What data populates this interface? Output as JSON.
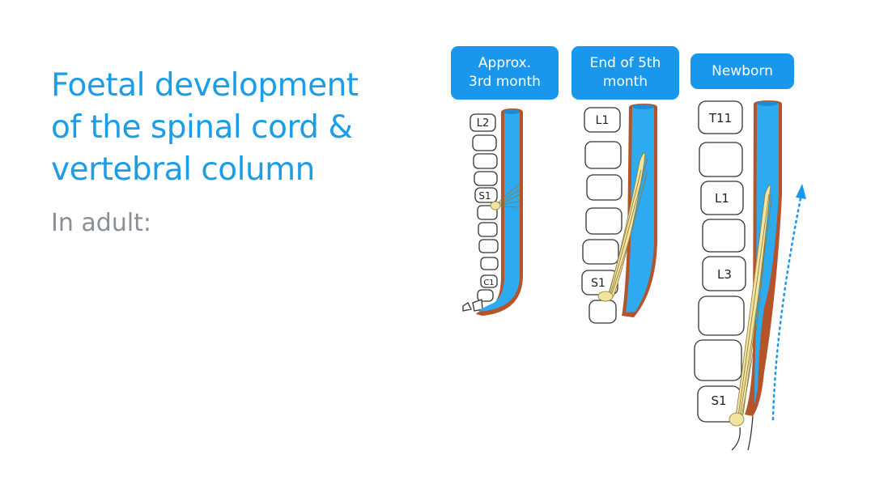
{
  "title": {
    "lines": [
      "Foetal development",
      "of the spinal cord &",
      "vertebral column"
    ],
    "color": "#1c9ee6"
  },
  "subtitle": {
    "text": "In adult:",
    "color": "#8a8f95"
  },
  "stages": [
    {
      "label_lines": [
        "Approx.",
        "3rd month"
      ],
      "vertebra_labels": [
        "L2",
        "S1",
        "C1"
      ]
    },
    {
      "label_lines": [
        "End of 5th",
        "month"
      ],
      "vertebra_labels": [
        "L1",
        "S1"
      ]
    },
    {
      "label_lines": [
        "Newborn"
      ],
      "vertebra_labels": [
        "T11",
        "L1",
        "L3",
        "S1"
      ]
    }
  ],
  "colors": {
    "label_bg": "#1997ec",
    "cord": "#2eaaf0",
    "dura": "#b5542a",
    "nerve": "#f3e3a0",
    "ganglion": "#ecd278",
    "vertebra_stroke": "#333333",
    "arrow": "#1997ec"
  }
}
